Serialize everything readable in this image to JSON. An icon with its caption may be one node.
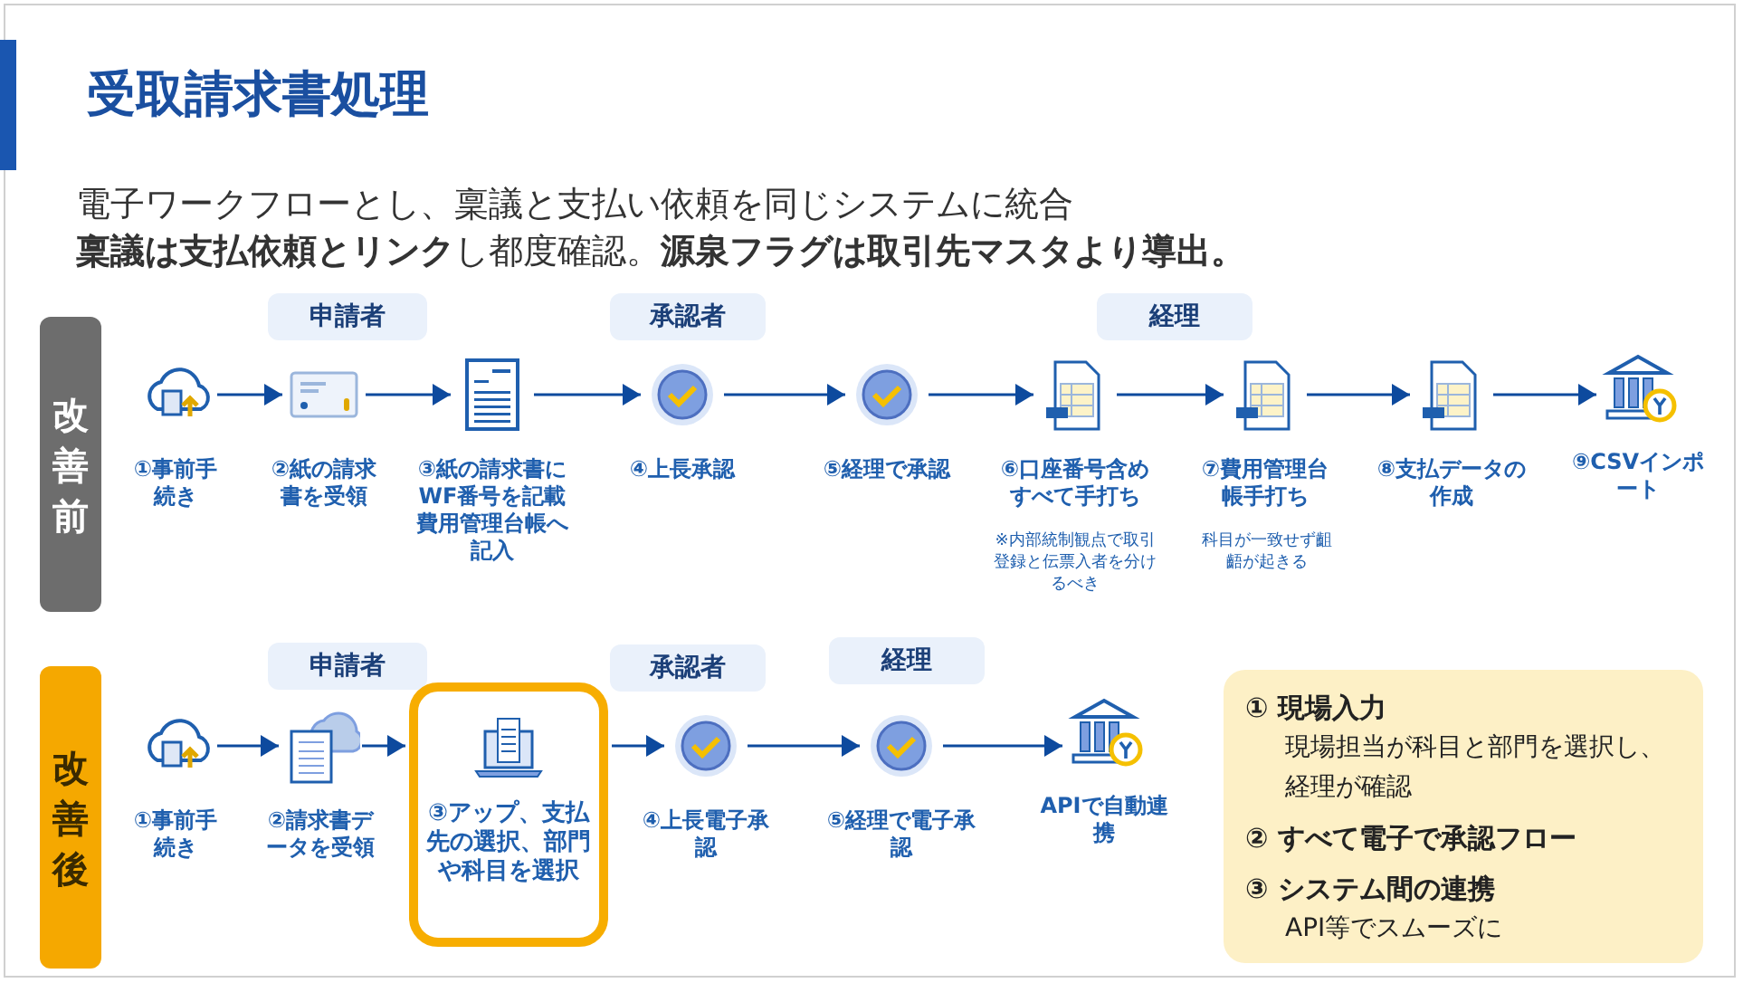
{
  "diagram": {
    "title": "受取請求書処理",
    "labels": [
      "電子ワークフローとし、稟議と支払い依頼を同じシステムに統合",
      "**稟議は支払依頼とリンク**し都度確認。**源泉フラグは取引先マスタより導出。**",
      "※内部統制観点で取引登録と伝票入者を分けるべき",
      "科目が一致せず齟齬が起きる"
    ],
    "nodes": [
      {
        "text": [
          "改善前"
        ]
      },
      {
        "text": [
          "申請者"
        ]
      },
      {
        "text": [
          "承認者"
        ]
      },
      {
        "text": [
          "経理"
        ]
      },
      {
        "text": [
          "①事前手続き"
        ]
      },
      {
        "text": [
          "②紙の請求書を受領"
        ]
      },
      {
        "text": [
          "③紙の請求書にWF番号を記載費用管理台帳へ記入"
        ]
      },
      {
        "text": [
          "④上長承認"
        ]
      },
      {
        "text": [
          "⑤経理で承認"
        ]
      },
      {
        "text": [
          "⑥口座番号含めすべて手打ち"
        ]
      },
      {
        "text": [
          "⑦費用管理台帳手打ち"
        ]
      },
      {
        "text": [
          "⑧支払データの作成"
        ]
      },
      {
        "text": [
          "⑨CSVインポート"
        ]
      },
      {
        "text": [
          "改善後"
        ]
      },
      {
        "text": [
          "申請者"
        ]
      },
      {
        "text": [
          "承認者"
        ]
      },
      {
        "text": [
          "経理"
        ]
      },
      {
        "text": [
          "①事前手続き"
        ]
      },
      {
        "text": [
          "②請求書データを受領"
        ]
      },
      {
        "text": [
          "③アップ、支払先の選択、部門や科目を選択"
        ]
      },
      {
        "text": [
          "④上長電子承認"
        ]
      },
      {
        "text": [
          "⑤経理で電子承認"
        ]
      },
      {
        "text": [
          "APIで自動連携"
        ]
      },
      {
        "text": [
          "① 現場入力",
          "現場担当が科目と部門を選択し、経理が確認",
          "② すべて電子で承認フロー",
          "③ システム間の連携",
          "API等でスムーズに"
        ]
      }
    ],
    "edges": [
      {
        "from": 4,
        "to": 5,
        "arrow": "to"
      },
      {
        "from": 5,
        "to": 6,
        "arrow": "to"
      },
      {
        "from": 6,
        "to": 7,
        "arrow": "to"
      },
      {
        "from": 7,
        "to": 8,
        "arrow": "to"
      },
      {
        "from": 8,
        "to": 9,
        "arrow": "to"
      },
      {
        "from": 9,
        "to": 10,
        "arrow": "to"
      },
      {
        "from": 10,
        "to": 11,
        "arrow": "to"
      },
      {
        "from": 11,
        "to": 12,
        "arrow": "to"
      },
      {
        "from": 17,
        "to": 18,
        "arrow": "to"
      },
      {
        "from": 18,
        "to": 19,
        "arrow": "to"
      },
      {
        "from": 19,
        "to": 20,
        "arrow": "to"
      },
      {
        "from": 20,
        "to": 21,
        "arrow": "to"
      },
      {
        "from": 21,
        "to": 22,
        "arrow": "to"
      }
    ]
  }
}
